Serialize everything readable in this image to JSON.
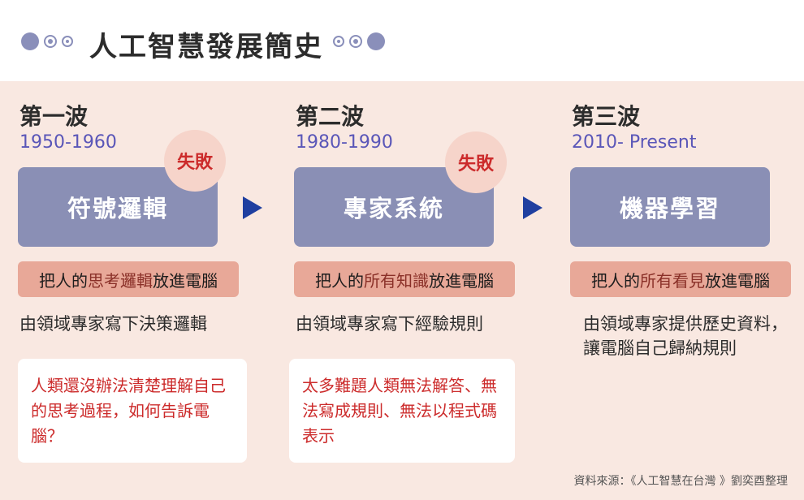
{
  "title": "人工智慧發展簡史",
  "waves": [
    {
      "name": "第一波",
      "years": "1950-1960",
      "box": "符號邏輯",
      "badge": "失敗",
      "tag_prefix": "把人的",
      "tag_highlight": "思考邏輯",
      "tag_suffix": "放進電腦",
      "desc": "由領域專家寫下決策邏輯",
      "note": "人類還沒辦法清楚理解自己的思考過程，如何告訴電腦？"
    },
    {
      "name": "第二波",
      "years": "1980-1990",
      "box": "專家系統",
      "badge": "失敗",
      "tag_prefix": "把人的",
      "tag_highlight": "所有知識",
      "tag_suffix": "放進電腦",
      "desc": "由領域專家寫下經驗規則",
      "note": "太多難題人類無法解答、無法寫成規則、無法以程式碼表示"
    },
    {
      "name": "第三波",
      "years": "2010- Present",
      "box": "機器學習",
      "tag_prefix": "把人的",
      "tag_highlight": "所有看見",
      "tag_suffix": "放進電腦",
      "desc": "由領域專家提供歷史資料，讓電腦自己歸納規則"
    }
  ],
  "source": "資料來源：《人工智慧在台灣 》劉奕酉整理",
  "colors": {
    "background": "#f9e8e1",
    "box": "#8a8fb5",
    "tag": "#e8a898",
    "years": "#5a56b8",
    "fail": "#cc2b2b",
    "arrow": "#1f3fa0"
  }
}
